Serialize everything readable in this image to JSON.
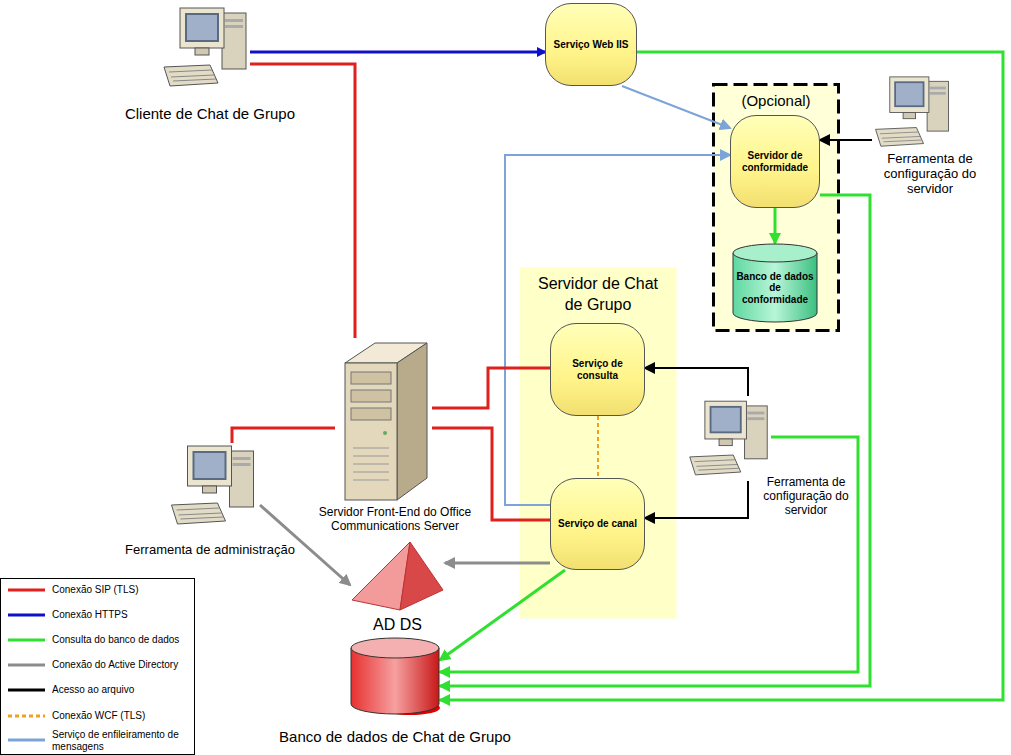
{
  "diagram": {
    "nodes": [
      {
        "text": [
          "Cliente de Chat de Grupo"
        ]
      },
      {
        "text": [
          "Serviço Web IIS"
        ]
      },
      {
        "text": [
          "(Opcional)"
        ]
      },
      {
        "text": [
          "Servidor de conformidade"
        ],
        "in": 2
      },
      {
        "text": [
          "Banco de dados de conformidade"
        ],
        "in": 2
      },
      {
        "text": [
          "Ferramenta de configuração do servidor"
        ]
      },
      {
        "text": [
          "Servidor de Chat de Grupo"
        ]
      },
      {
        "text": [
          "Serviço de consulta"
        ],
        "in": 6
      },
      {
        "text": [
          "Serviço de canal"
        ],
        "in": 6
      },
      {
        "text": [
          "Servidor Front-End do Office Communications Server"
        ]
      },
      {
        "text": [
          "Ferramenta de configuração do servidor"
        ]
      },
      {
        "text": [
          "Ferramenta de administração"
        ]
      },
      {
        "text": [
          "AD DS"
        ]
      },
      {
        "text": [
          "Banco de dados de Chat de Grupo"
        ]
      }
    ],
    "edges": [
      {
        "from": 0,
        "to": 1,
        "arrow": "to"
      },
      {
        "from": 0,
        "to": 9,
        "arrow": "none"
      },
      {
        "from": 1,
        "to": 3,
        "arrow": "to"
      },
      {
        "from": 1,
        "to": 13,
        "arrow": "to"
      },
      {
        "from": 5,
        "to": 3,
        "arrow": "to"
      },
      {
        "from": 3,
        "to": 4,
        "arrow": "to"
      },
      {
        "from": 3,
        "to": 13,
        "arrow": "to"
      },
      {
        "from": 8,
        "to": 3,
        "arrow": "to"
      },
      {
        "from": 9,
        "to": 7,
        "arrow": "none"
      },
      {
        "from": 9,
        "to": 8,
        "arrow": "none"
      },
      {
        "from": 7,
        "to": 8,
        "arrow": "none"
      },
      {
        "from": 10,
        "to": 7,
        "arrow": "to"
      },
      {
        "from": 10,
        "to": 8,
        "arrow": "to"
      },
      {
        "from": 10,
        "to": 13,
        "arrow": "to"
      },
      {
        "from": 11,
        "to": 9,
        "arrow": "none"
      },
      {
        "from": 11,
        "to": 12,
        "arrow": "to"
      },
      {
        "from": 8,
        "to": 12,
        "arrow": "to"
      },
      {
        "from": 8,
        "to": 13,
        "arrow": "to"
      }
    ],
    "legend": [
      {
        "text": "Conexão SIP (TLS)"
      },
      {
        "text": "Conexão HTTPS"
      },
      {
        "text": "Consulta do banco de dados"
      },
      {
        "text": "Conexão do Active Directory"
      },
      {
        "text": "Acesso ao arquivo"
      },
      {
        "text": "Conexão WCF (TLS)"
      },
      {
        "text": "Serviço de enfileiramento de mensagens"
      }
    ]
  }
}
